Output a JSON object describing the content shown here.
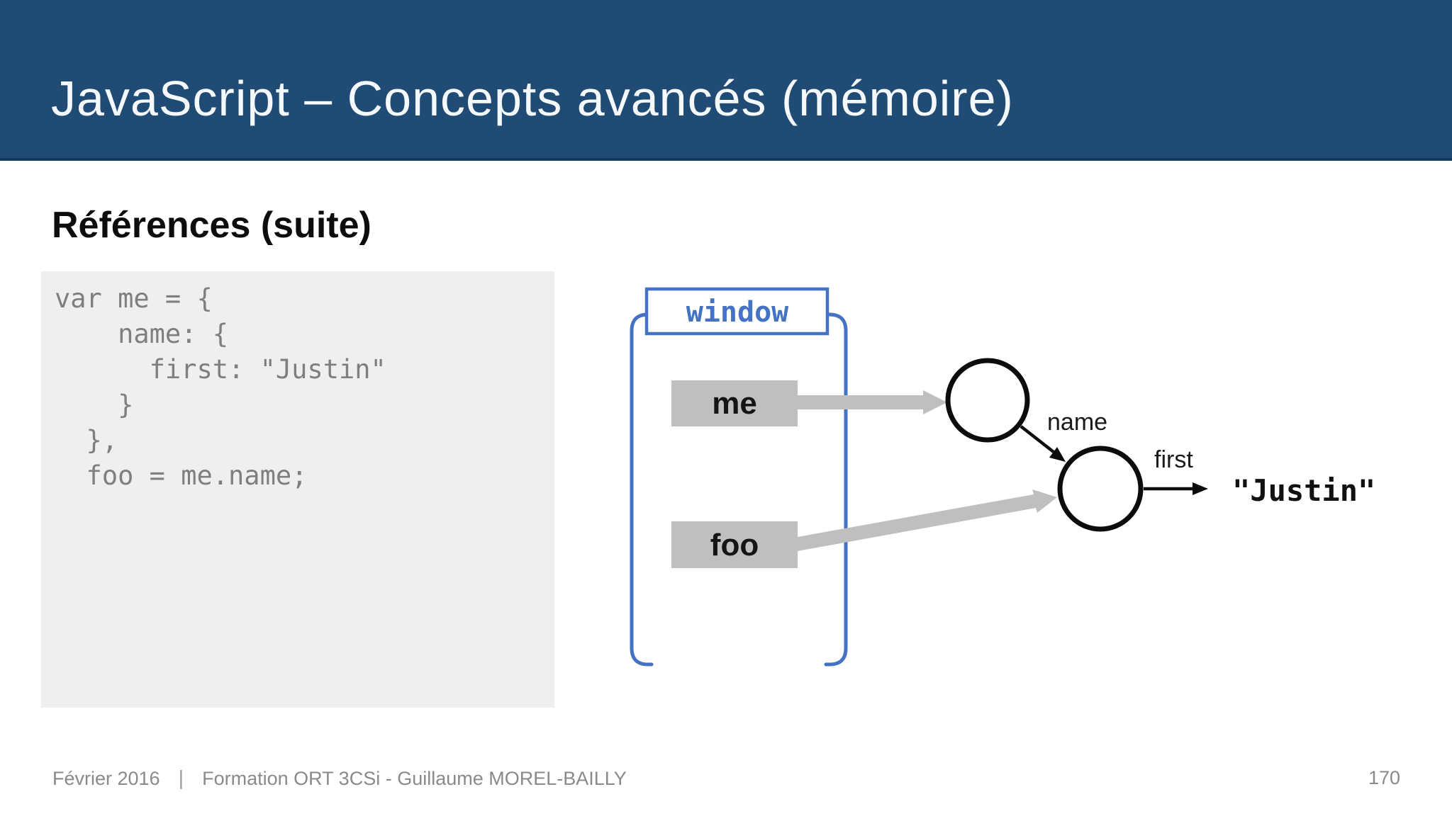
{
  "slide": {
    "title": "JavaScript – Concepts avancés (mémoire)",
    "heading": "Références (suite)",
    "page_number": "170"
  },
  "code": {
    "lines": [
      "var me = {",
      "    name: {",
      "      first: \"Justin\"",
      "    }",
      "  },",
      "  foo = me.name;"
    ]
  },
  "diagram": {
    "container_label": "window",
    "var_me": "me",
    "var_foo": "foo",
    "edge_name_label": "name",
    "edge_first_label": "first",
    "value_string": "\"Justin\""
  },
  "footer": {
    "date": "Février 2016",
    "separator": "|",
    "credit": "Formation ORT 3CSi - Guillaume MOREL-BAILLY"
  },
  "colors": {
    "header_bg": "#1F4B74",
    "accent_blue": "#4472C4",
    "box_gray": "#BFBFBF",
    "code_bg": "#F0EFEF",
    "code_text": "#7F7F7F",
    "footer_text": "#8A8A8A"
  }
}
